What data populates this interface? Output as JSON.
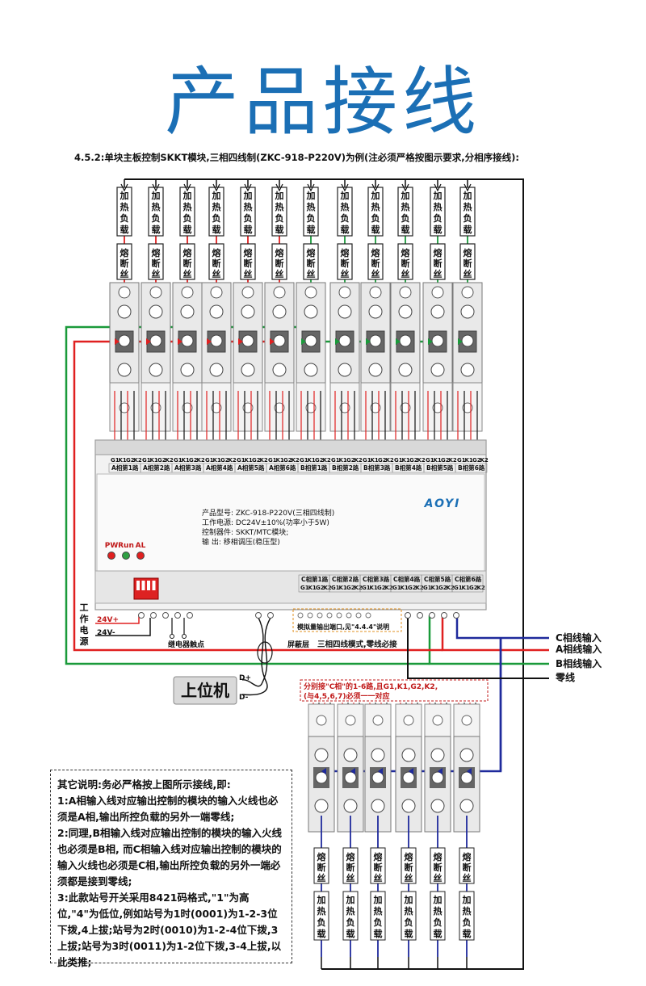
{
  "title": "产品接线",
  "caption": "4.5.2:单块主板控制SKKT模块,三相四线制(ZKC-918-P220V)为例(注必须严格按图示要求,分相序接线):",
  "load_label": "加热负载",
  "fuse_label": "熔断丝",
  "module_terminal_labels": [
    "G1",
    "K1",
    "G2",
    "K2"
  ],
  "board_top_terminals": [
    {
      "label": "A相第1路"
    },
    {
      "label": "A相第2路"
    },
    {
      "label": "A相第3路"
    },
    {
      "label": "A相第4路"
    },
    {
      "label": "A相第5路"
    },
    {
      "label": "A相第6路"
    },
    {
      "label": "B相第1路"
    },
    {
      "label": "B相第2路"
    },
    {
      "label": "B相第3路"
    },
    {
      "label": "B相第4路"
    },
    {
      "label": "B相第5路"
    },
    {
      "label": "B相第6路"
    }
  ],
  "board_bottom_terminals": [
    {
      "label": "C相第1路"
    },
    {
      "label": "C相第2路"
    },
    {
      "label": "C相第3路"
    },
    {
      "label": "C相第4路"
    },
    {
      "label": "C相第5路"
    },
    {
      "label": "C相第6路"
    }
  ],
  "brand": "AOYI",
  "spec_lines": [
    "产品型号: ZKC-918-P220V(三相四线制)",
    "工作电源: DC24V±10%(功率小于5W)",
    "控制器件: SKKT/MTC模块;",
    "输      出: 移相调压(稳压型)"
  ],
  "indicators": [
    "PW",
    "Run",
    "AL"
  ],
  "indicator_colors": [
    "#e02020",
    "#2ea043",
    "#e02020"
  ],
  "power_label": "工作电源",
  "v_plus": "24V+",
  "v_minus": "24V-",
  "relay_label": "继电器触点",
  "shield_label": "屏蔽层",
  "analog_label": "模拟量输出端口,见\"4.4.4\"说明",
  "three_phase_note": "三相四线模式,零线必接",
  "host_label": "上位机",
  "d_plus": "D+",
  "d_minus": "D-",
  "phase_inputs": [
    {
      "label": "C相线输入",
      "color": "#1f2a9c"
    },
    {
      "label": "A相线输入",
      "color": "#e02020"
    },
    {
      "label": "B相线输入",
      "color": "#1a9a3a"
    },
    {
      "label": "零线",
      "color": "#111111"
    }
  ],
  "c_phase_note": [
    "分别接\"C相\"的1-6路,且G1,K1,G2,K2,",
    "(与4,5,6,7)必须一一对应"
  ],
  "pin_numbers": [
    "7",
    "6",
    "5",
    "4"
  ],
  "notes": [
    "其它说明:务必严格按上图所示接线,即:",
    "1:A相输入线对应输出控制的模块的输入火线也必须是A相,输出所控负载的另外一端零线;",
    "2:同理,B相输入线对应输出控制的模块的输入火线也必须是B相, 而C相输入线对应输出控制的模块的输入火线也必须是C相,输出所控负载的另外一端必须都是接到零线;",
    "3:此款站号开关采用8421码格式,\"1\"为高位,\"4\"为低位,例如站号为1时(0001)为1-2-3位下拨,4上拔;站号为2时(0010)为1-2-4位下拨,3上拔;站号为3时(0011)为1-2位下拨,3-4上拔,以此类推;"
  ]
}
